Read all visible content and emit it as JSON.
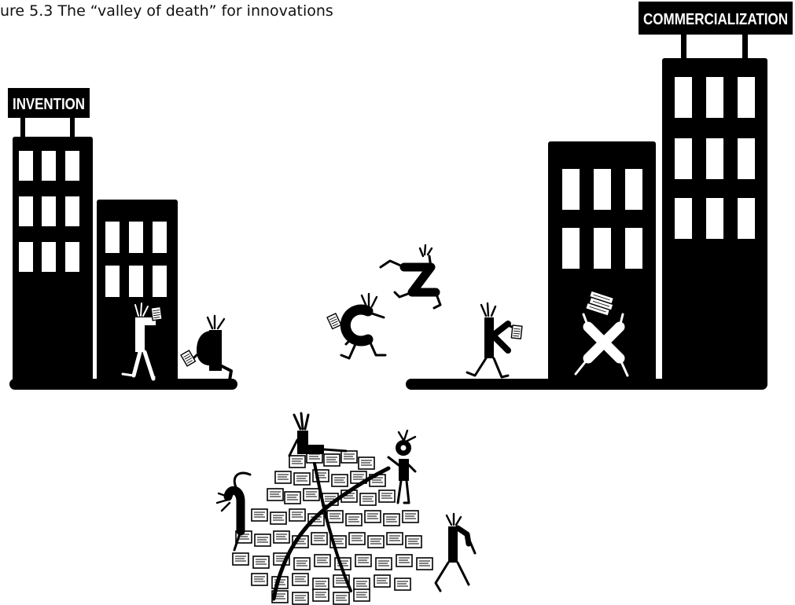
{
  "figure": {
    "caption": "ure 5.3 The “valley of death” for innovations"
  },
  "signs": {
    "left": "INVENTION",
    "right": "COMMERCIALIZATION"
  },
  "colors": {
    "ink": "#000000",
    "paper": "#ffffff"
  },
  "icons": [
    "left-building-icon",
    "right-building-icon",
    "figure-carrying-paper-icon",
    "figure-shaped-letter-a-icon",
    "figure-shaped-letter-c-icon",
    "figure-shaped-letter-z-icon",
    "figure-shaped-letter-k-icon",
    "figure-shaped-letter-x-icon",
    "money-stack-icon",
    "paper-pile-icon",
    "figure-shaped-letter-l-icon",
    "figure-shaped-letter-j-icon",
    "figure-shaped-letter-i-icon",
    "figure-shaped-letter-r-icon"
  ]
}
